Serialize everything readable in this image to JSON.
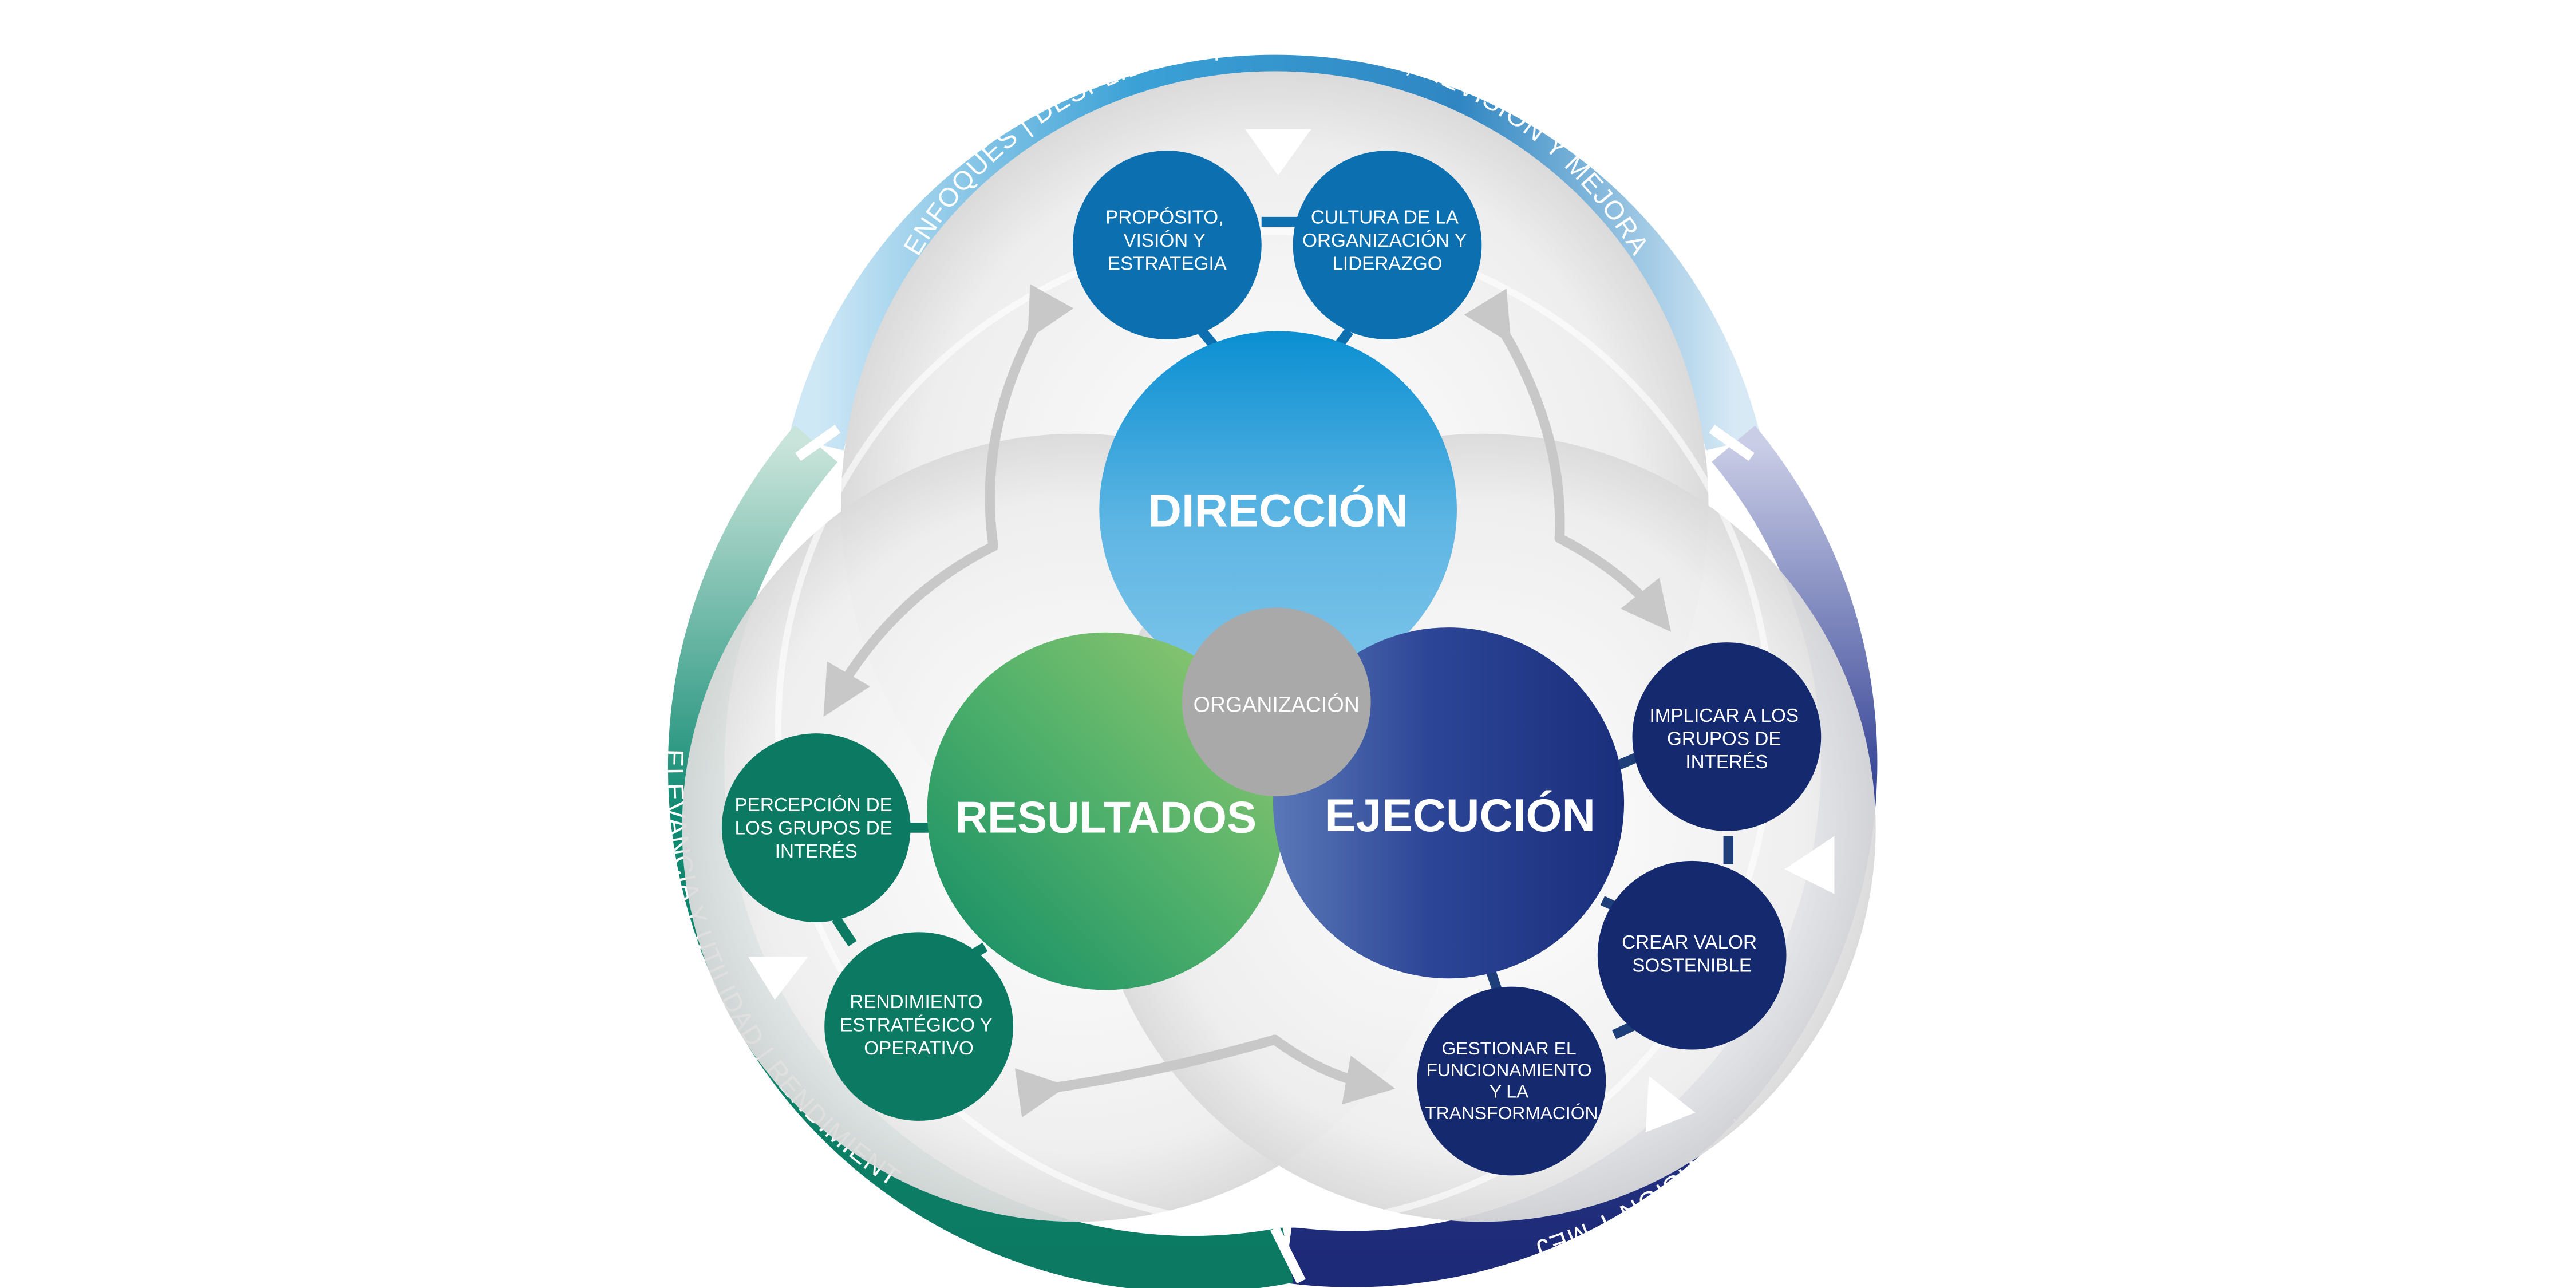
{
  "diagram": {
    "center": {
      "label": "ORGANIZACIÓN"
    },
    "blocks": {
      "direccion": {
        "label": "DIRECCIÓN"
      },
      "ejecucion": {
        "label": "EJECUCIÓN"
      },
      "resultados": {
        "label": "RESULTADOS"
      }
    },
    "criteria": {
      "proposito": {
        "lines": [
          "PROPÓSITO,",
          "VISIÓN Y",
          "ESTRATEGIA"
        ]
      },
      "cultura": {
        "lines": [
          "CULTURA DE LA",
          "ORGANIZACIÓN Y",
          "LIDERAZGO"
        ]
      },
      "implicar": {
        "lines": [
          "IMPLICAR A LOS",
          "GRUPOS DE",
          "INTERÉS"
        ]
      },
      "crear": {
        "lines": [
          "CREAR VALOR",
          "SOSTENIBLE"
        ]
      },
      "gestionar": {
        "lines": [
          "GESTIONAR EL",
          "FUNCIONAMIENTO",
          "Y LA",
          "TRANSFORMACIÓN"
        ]
      },
      "percepcion": {
        "lines": [
          "PERCEPCIÓN DE",
          "LOS GRUPOS DE",
          "INTERÉS"
        ]
      },
      "rendimiento": {
        "lines": [
          "RENDIMIENTO",
          "ESTRATÉGICO Y",
          "OPERATIVO"
        ]
      }
    },
    "ring_labels": {
      "top": "ENFOQUES | DESPLIEGUE | EVALUACIÓN, REVISIÓN Y MEJORA",
      "right": "ENFOQUES | DESPLIEGUE | EVALUACIÓN, REVISIÓN Y MEJORA",
      "left": "RELEVANCIA Y UTILIDAD | RENDIMIENTO"
    },
    "colors": {
      "direccion_light": "#2aa6dc",
      "direccion_dark": "#0b6fb0",
      "ejecucion": "#1d3a86",
      "ejecucion_dark": "#14296e",
      "resultados_light": "#8cc26a",
      "resultados_dark": "#0f8a66",
      "center": "#a9a9a9",
      "ring_teal": "#0f8a72",
      "ring_blue": "#5ab0dc",
      "ring_navy": "#2b3a8a"
    }
  }
}
